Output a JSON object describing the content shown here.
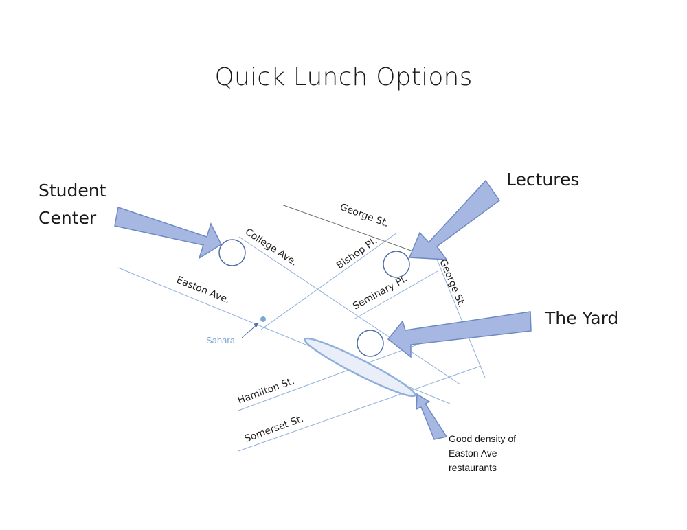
{
  "title": "Quick Lunch Options",
  "colors": {
    "road": "#8fb0dc",
    "arrow_fill": "#a6b8e2",
    "arrow_stroke": "#6f89c4",
    "circle_stroke": "#4e6fa8",
    "highlight_fill": "#e9eef8",
    "highlight_stroke": "#8fb0dc",
    "poi": "#7fa7d6"
  },
  "streets": {
    "college_ave": "College Ave.",
    "easton_ave": "Easton Ave.",
    "george_st_top": "George St.",
    "george_st_side": "George St.",
    "bishop_pl": "Bishop Pl.",
    "seminary_pl": "Seminary Pl.",
    "hamilton_st": "Hamilton St.",
    "somerset_st": "Somerset St."
  },
  "places": {
    "student_center": {
      "line1": "Student",
      "line2": "Center",
      "icon": "arrow-icon"
    },
    "lectures": {
      "label": "Lectures",
      "icon": "arrow-icon"
    },
    "the_yard": {
      "label": "The Yard",
      "icon": "arrow-icon"
    },
    "sahara": {
      "label": "Sahara",
      "icon": "point-marker"
    }
  },
  "annotation": {
    "line1": "Good density of",
    "line2": "Easton Ave",
    "line3": "restaurants"
  }
}
